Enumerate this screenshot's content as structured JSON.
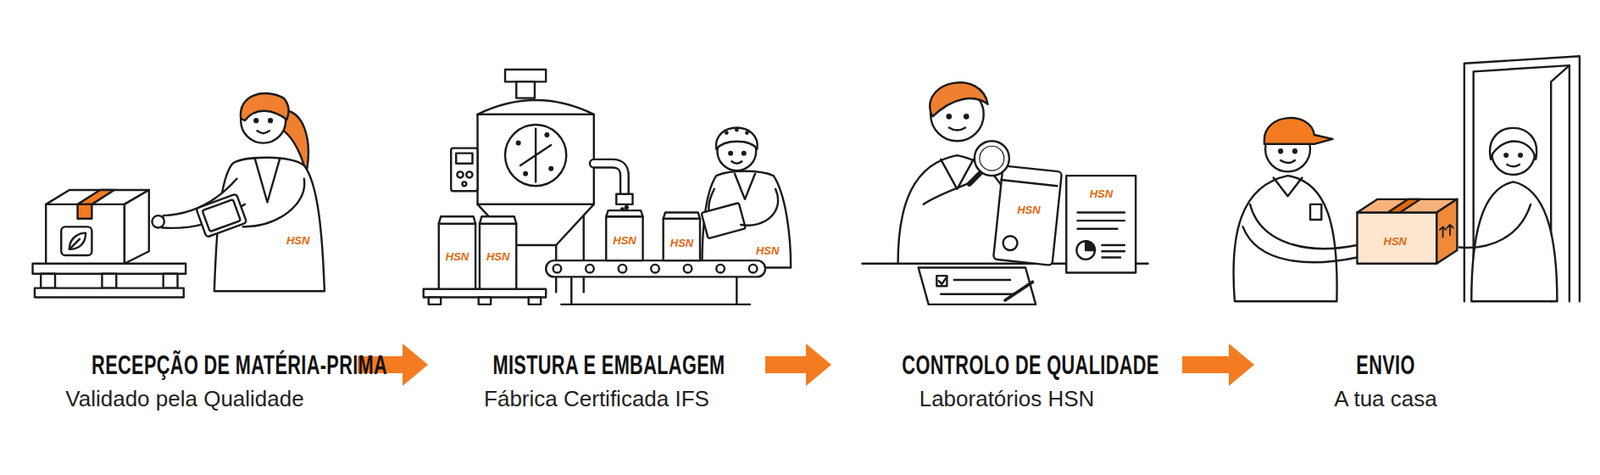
{
  "diagram": {
    "nodes": [
      {
        "text": [
          "RECEPÇÃO DE MATÉRIA-PRIMA",
          "Validado pela Qualidade"
        ]
      },
      {
        "text": [
          "MISTURA E EMBALAGEM",
          "Fábrica Certificada IFS"
        ]
      },
      {
        "text": [
          "CONTROLO DE QUALIDADE",
          "Laboratórios HSN"
        ]
      },
      {
        "text": [
          "ENVIO",
          "A tua casa"
        ]
      }
    ],
    "edges": [
      {
        "from": 0,
        "to": 1,
        "arrow": "to"
      },
      {
        "from": 1,
        "to": 2,
        "arrow": "to"
      },
      {
        "from": 2,
        "to": 3,
        "arrow": "to"
      }
    ],
    "labels": [
      "HSN",
      "HSN",
      "HSN",
      "HSN",
      "HSN",
      "HSN",
      "HSN",
      "HSN",
      "HSN"
    ]
  }
}
